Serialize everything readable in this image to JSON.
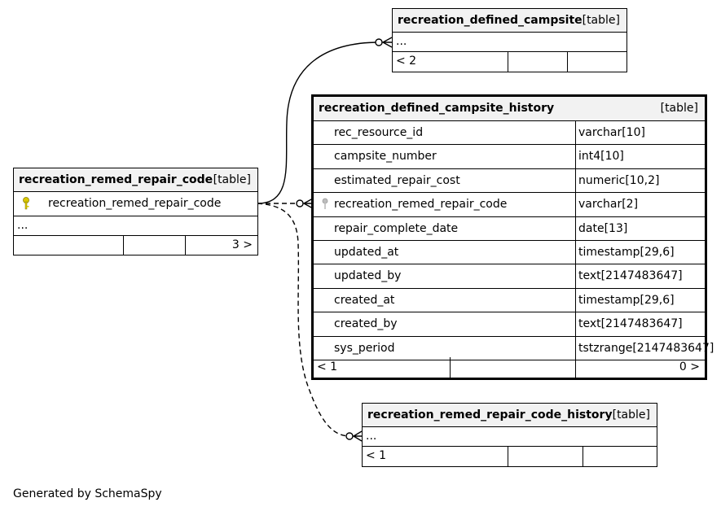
{
  "tables": {
    "defined_campsite": {
      "name": "recreation_defined_campsite",
      "tag": "[table]",
      "body": "...",
      "footer_parents": "< 2",
      "footer_children": ""
    },
    "defined_campsite_history": {
      "name": "recreation_defined_campsite_history",
      "tag": "[table]",
      "columns": [
        {
          "name": "rec_resource_id",
          "type": "varchar[10]",
          "key": false
        },
        {
          "name": "campsite_number",
          "type": "int4[10]",
          "key": false
        },
        {
          "name": "estimated_repair_cost",
          "type": "numeric[10,2]",
          "key": false
        },
        {
          "name": "recreation_remed_repair_code",
          "type": "varchar[2]",
          "key": "foreign"
        },
        {
          "name": "repair_complete_date",
          "type": "date[13]",
          "key": false
        },
        {
          "name": "updated_at",
          "type": "timestamp[29,6]",
          "key": false
        },
        {
          "name": "updated_by",
          "type": "text[2147483647]",
          "key": false
        },
        {
          "name": "created_at",
          "type": "timestamp[29,6]",
          "key": false
        },
        {
          "name": "created_by",
          "type": "text[2147483647]",
          "key": false
        },
        {
          "name": "sys_period",
          "type": "tstzrange[2147483647]",
          "key": false
        }
      ],
      "footer_parents": "< 1",
      "footer_children": "0 >"
    },
    "remed_repair_code": {
      "name": "recreation_remed_repair_code",
      "tag": "[table]",
      "columns": [
        {
          "name": "recreation_remed_repair_code",
          "key": "primary"
        }
      ],
      "body": "...",
      "footer_parents": "",
      "footer_children": "3 >"
    },
    "remed_repair_code_history": {
      "name": "recreation_remed_repair_code_history",
      "tag": "[table]",
      "body": "...",
      "footer_parents": "< 1",
      "footer_children": ""
    }
  },
  "colors": {
    "header_bg": "#f2f2f2",
    "primary_key": "#d9c800",
    "foreign_key": "#9a9a9a",
    "line": "#000000"
  },
  "footer": {
    "generated_by": "Generated by SchemaSpy"
  }
}
